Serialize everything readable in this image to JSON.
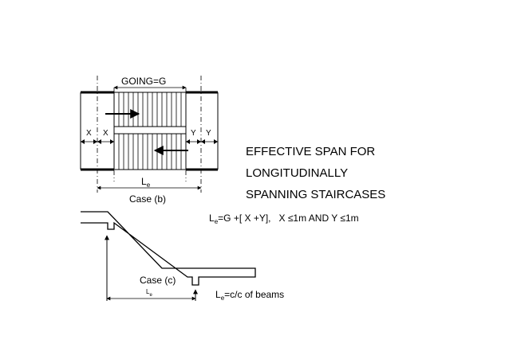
{
  "case_b": {
    "going_label": "GOING=G",
    "x_label": "X",
    "y_label": "Y",
    "le_main": "L",
    "le_sub": "e",
    "caption": "Case (b)"
  },
  "title_lines": [
    "EFFECTIVE SPAN FOR",
    "LONGITUDINALLY",
    "SPANNING STAIRCASES"
  ],
  "formula_b": {
    "lead": "L",
    "sub": "e",
    "rest": "=G +[ X +Y],   X ≤1m AND Y ≤1m"
  },
  "case_c": {
    "caption": "Case (c)",
    "le_main": "L",
    "le_sub": "e"
  },
  "formula_c": {
    "lead": "L",
    "sub": "e",
    "rest": "=c/c of beams"
  }
}
